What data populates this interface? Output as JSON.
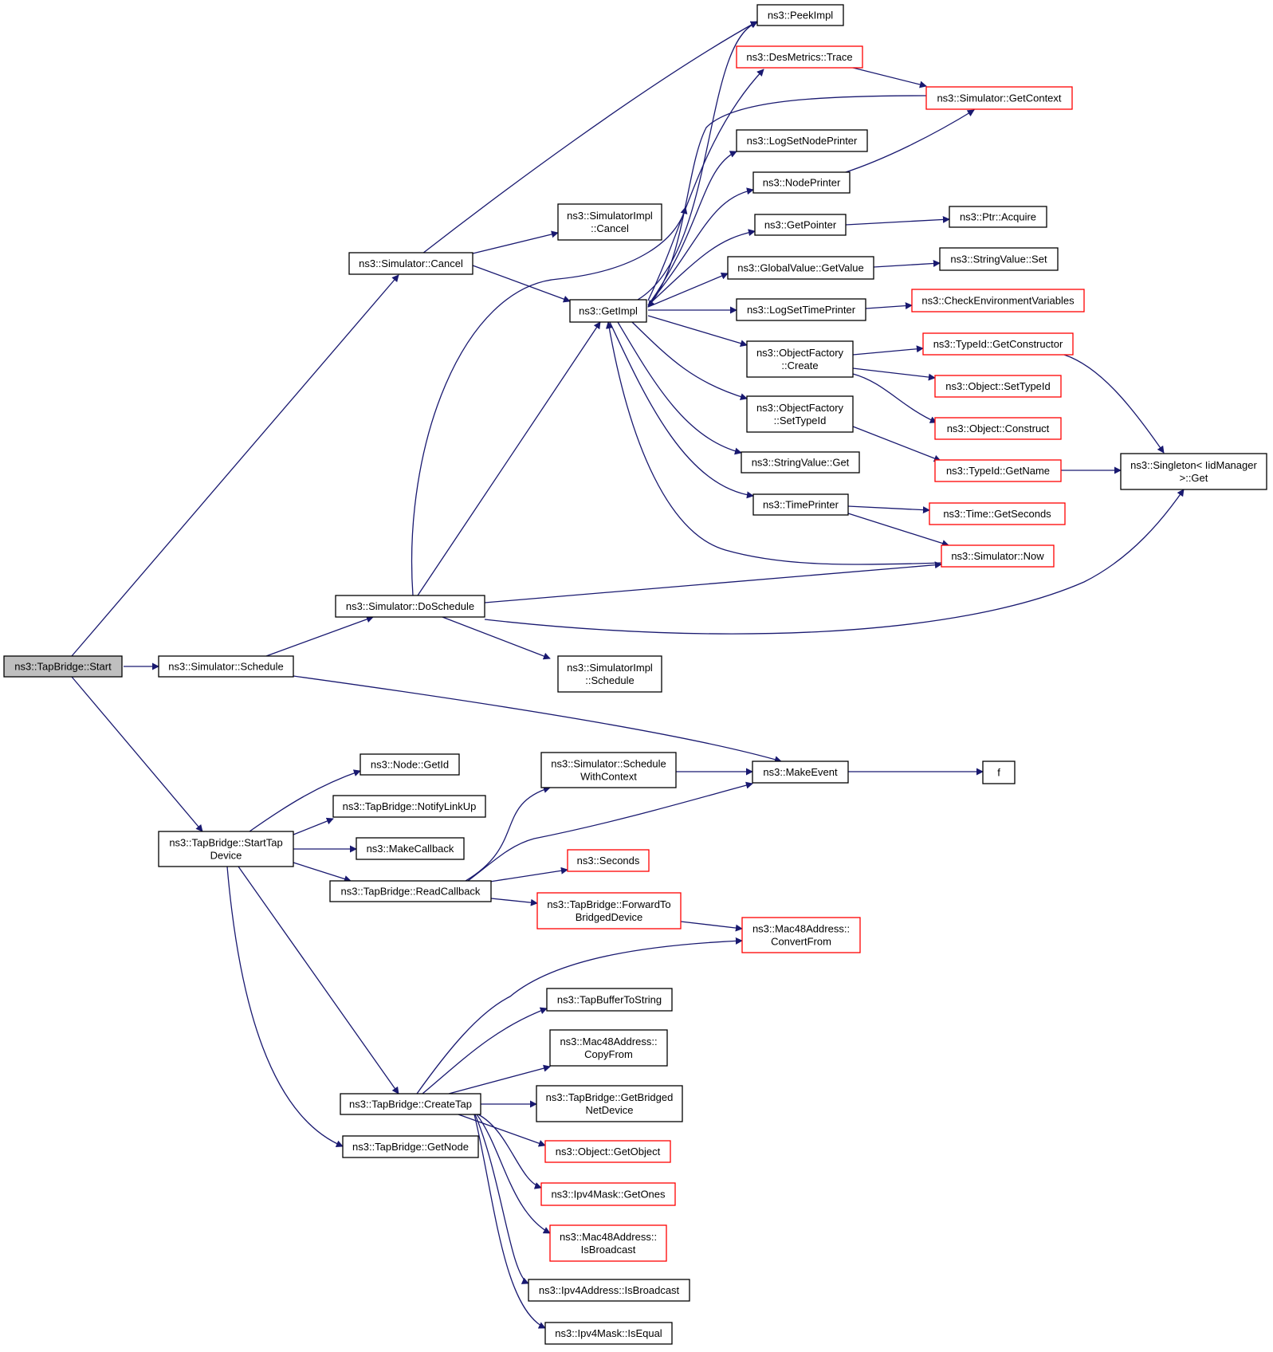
{
  "colors": {
    "edge": "#191970",
    "node_border": "#000000",
    "node_border_truncated": "#ff0000",
    "root_fill": "#bfbfbf",
    "node_fill": "#ffffff"
  },
  "nodes": [
    {
      "id": "start",
      "lines": [
        "ns3::TapBridge::Start"
      ],
      "root": true
    },
    {
      "id": "cancel",
      "lines": [
        "ns3::Simulator::Cancel"
      ]
    },
    {
      "id": "schedule",
      "lines": [
        "ns3::Simulator::Schedule"
      ]
    },
    {
      "id": "starttap",
      "lines": [
        "ns3::TapBridge::StartTap",
        "Device"
      ]
    },
    {
      "id": "peekimpl",
      "lines": [
        "ns3::PeekImpl"
      ]
    },
    {
      "id": "simimplcancel",
      "lines": [
        "ns3::SimulatorImpl",
        "::Cancel"
      ]
    },
    {
      "id": "getimpl",
      "lines": [
        "ns3::GetImpl"
      ]
    },
    {
      "id": "doschedule",
      "lines": [
        "ns3::Simulator::DoSchedule"
      ]
    },
    {
      "id": "simimplschedule",
      "lines": [
        "ns3::SimulatorImpl",
        "::Schedule"
      ]
    },
    {
      "id": "desmetrics",
      "lines": [
        "ns3::DesMetrics::Trace"
      ],
      "truncated": true
    },
    {
      "id": "logsetnode",
      "lines": [
        "ns3::LogSetNodePrinter"
      ]
    },
    {
      "id": "nodeprinter",
      "lines": [
        "ns3::NodePrinter"
      ]
    },
    {
      "id": "getpointer",
      "lines": [
        "ns3::GetPointer"
      ]
    },
    {
      "id": "globalgetvalue",
      "lines": [
        "ns3::GlobalValue::GetValue"
      ]
    },
    {
      "id": "logsettime",
      "lines": [
        "ns3::LogSetTimePrinter"
      ]
    },
    {
      "id": "ofcreate",
      "lines": [
        "ns3::ObjectFactory",
        "::Create"
      ]
    },
    {
      "id": "ofsettypeid",
      "lines": [
        "ns3::ObjectFactory",
        "::SetTypeId"
      ]
    },
    {
      "id": "stringget",
      "lines": [
        "ns3::StringValue::Get"
      ]
    },
    {
      "id": "timeprinter",
      "lines": [
        "ns3::TimePrinter"
      ]
    },
    {
      "id": "getcontext",
      "lines": [
        "ns3::Simulator::GetContext"
      ],
      "truncated": true
    },
    {
      "id": "ptracquire",
      "lines": [
        "ns3::Ptr::Acquire"
      ]
    },
    {
      "id": "stringset",
      "lines": [
        "ns3::StringValue::Set"
      ]
    },
    {
      "id": "checkenv",
      "lines": [
        "ns3::CheckEnvironmentVariables"
      ],
      "truncated": true
    },
    {
      "id": "getconstructor",
      "lines": [
        "ns3::TypeId::GetConstructor"
      ],
      "truncated": true
    },
    {
      "id": "objsettypeid",
      "lines": [
        "ns3::Object::SetTypeId"
      ],
      "truncated": true
    },
    {
      "id": "objconstruct",
      "lines": [
        "ns3::Object::Construct"
      ],
      "truncated": true
    },
    {
      "id": "typeidgetname",
      "lines": [
        "ns3::TypeId::GetName"
      ],
      "truncated": true
    },
    {
      "id": "timegetseconds",
      "lines": [
        "ns3::Time::GetSeconds"
      ],
      "truncated": true
    },
    {
      "id": "simnow",
      "lines": [
        "ns3::Simulator::Now"
      ],
      "truncated": true
    },
    {
      "id": "singleton",
      "lines": [
        "ns3::Singleton< IidManager",
        " >::Get"
      ]
    },
    {
      "id": "nodegetid",
      "lines": [
        "ns3::Node::GetId"
      ]
    },
    {
      "id": "notifylinkup",
      "lines": [
        "ns3::TapBridge::NotifyLinkUp"
      ]
    },
    {
      "id": "makecallback",
      "lines": [
        "ns3::MakeCallback"
      ]
    },
    {
      "id": "readcallback",
      "lines": [
        "ns3::TapBridge::ReadCallback"
      ]
    },
    {
      "id": "createtap",
      "lines": [
        "ns3::TapBridge::CreateTap"
      ]
    },
    {
      "id": "getnode",
      "lines": [
        "ns3::TapBridge::GetNode"
      ]
    },
    {
      "id": "schedulewithcontext",
      "lines": [
        "ns3::Simulator::Schedule",
        "WithContext"
      ]
    },
    {
      "id": "makeevent",
      "lines": [
        "ns3::MakeEvent"
      ]
    },
    {
      "id": "f",
      "lines": [
        "f"
      ]
    },
    {
      "id": "seconds",
      "lines": [
        "ns3::Seconds"
      ],
      "truncated": true
    },
    {
      "id": "forwardto",
      "lines": [
        "ns3::TapBridge::ForwardTo",
        "BridgedDevice"
      ],
      "truncated": true
    },
    {
      "id": "convertfrom",
      "lines": [
        "ns3::Mac48Address::",
        "ConvertFrom"
      ],
      "truncated": true
    },
    {
      "id": "tapbuffer",
      "lines": [
        "ns3::TapBufferToString"
      ]
    },
    {
      "id": "copyfrom",
      "lines": [
        "ns3::Mac48Address::",
        "CopyFrom"
      ]
    },
    {
      "id": "getbridged",
      "lines": [
        "ns3::TapBridge::GetBridged",
        "NetDevice"
      ]
    },
    {
      "id": "getobject",
      "lines": [
        "ns3::Object::GetObject"
      ],
      "truncated": true
    },
    {
      "id": "getones",
      "lines": [
        "ns3::Ipv4Mask::GetOnes"
      ],
      "truncated": true
    },
    {
      "id": "macisbroadcast",
      "lines": [
        "ns3::Mac48Address::",
        "IsBroadcast"
      ],
      "truncated": true
    },
    {
      "id": "ipv4isbroadcast",
      "lines": [
        "ns3::Ipv4Address::IsBroadcast"
      ]
    },
    {
      "id": "isequal",
      "lines": [
        "ns3::Ipv4Mask::IsEqual"
      ]
    }
  ]
}
